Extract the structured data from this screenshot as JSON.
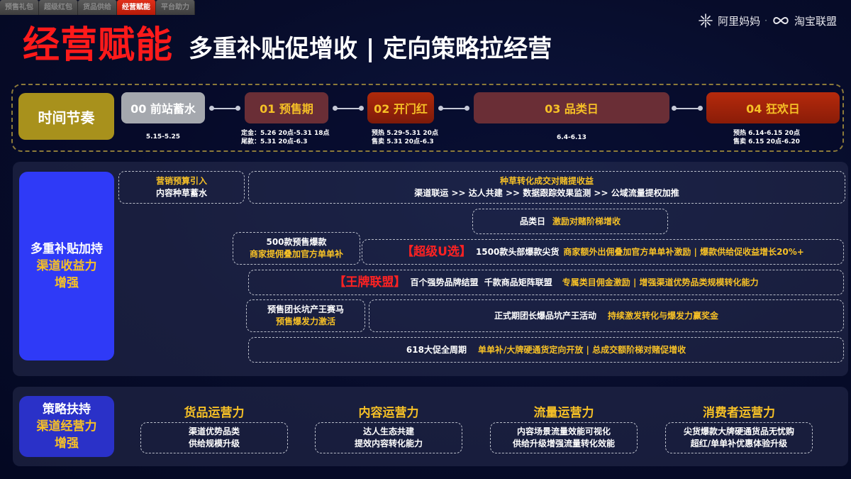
{
  "tabs": [
    {
      "label": "预售礼包",
      "active": false
    },
    {
      "label": "超级红包",
      "active": false
    },
    {
      "label": "货品供给",
      "active": false
    },
    {
      "label": "经营赋能",
      "active": true
    },
    {
      "label": "平台助力",
      "active": false
    }
  ],
  "brand": {
    "alimama": "阿里妈妈",
    "separator": "·",
    "taobao_union": "淘宝联盟",
    "icons": [
      "alimama-star-icon",
      "taobao-union-infinity-icon"
    ]
  },
  "header": {
    "title": "经营赋能",
    "subtitle": "多重补贴促增收 | 定向策略拉经营"
  },
  "timeline": {
    "label": "时间节奏",
    "phases": [
      {
        "name": "00 前站蓄水",
        "dates": [
          "5.15-5.25"
        ]
      },
      {
        "name": "01 预售期",
        "dates": [
          "定金：5.26 20点-5.31 18点",
          "尾款：5.31 20点-6.3"
        ]
      },
      {
        "name": "02 开门红",
        "dates": [
          "预热 5.29-5.31 20点",
          "售卖 5.31 20点-6.3"
        ]
      },
      {
        "name": "03 品类日",
        "dates": [
          "6.4-6.13"
        ]
      },
      {
        "name": "04 狂欢日",
        "dates": [
          "预热 6.14-6.15 20点",
          "售卖 6.15 20点-6.20"
        ]
      }
    ]
  },
  "subsidy": {
    "side": {
      "line1": "多重补贴加持",
      "line2": "渠道收益力",
      "line3": "增强"
    },
    "boxes": {
      "budget": {
        "line1": "营销预算引入",
        "line2": "内容种草蓄水"
      },
      "grass": {
        "line1": "种草转化成交对赌提收益",
        "line2": "渠道联运 >> 达人共建 >> 数据跟踪效果监测 >> 公域流量提权加推"
      },
      "category_day": {
        "white": "品类日",
        "yellow": "激励对赌阶梯增收"
      },
      "presale500": {
        "line1": "500款预售爆款",
        "line2": "商家提佣叠加官方单单补"
      },
      "super_u": {
        "tag": "【超级U选】",
        "white": "1500款头部爆款尖货",
        "yellow": "商家额外出佣叠加官方单单补激励 | 爆款供给促收益增长20%+"
      },
      "ace": {
        "tag": "【王牌联盟】",
        "white": "百个强势品牌结盟  千款商品矩阵联盟",
        "yellow": "专属类目佣金激励 | 增强渠道优势品类规模转化能力"
      },
      "leader_presale": {
        "line1": "预售团长坑产王赛马",
        "line2": "预售爆发力激活"
      },
      "leader_formal": {
        "white": "正式期团长爆品坑产王活动",
        "yellow": "持续激发转化与爆发力赢奖金"
      },
      "promo618": {
        "white": "618大促全周期",
        "yellow": "单单补/大牌硬通货定向开放 | 总成交额阶梯对赌促增收"
      }
    }
  },
  "strategy": {
    "side": {
      "line1": "策略扶持",
      "line2": "渠道经营力",
      "line3": "增强"
    },
    "capabilities": [
      {
        "title": "货品运营力",
        "line1": "渠道优势品类",
        "line2": "供给规模升级"
      },
      {
        "title": "内容运营力",
        "line1": "达人生态共建",
        "line2": "提效内容转化能力"
      },
      {
        "title": "流量运营力",
        "line1": "内容场景流量效能可视化",
        "line2": "供给升级增强流量转化效能"
      },
      {
        "title": "消费者运营力",
        "line1": "尖货爆款大牌硬通货品无忧购",
        "line2": "超红/单单补优惠体验升级"
      }
    ]
  },
  "colors": {
    "title_red": "#ff1a1a",
    "accent_yellow": "#f6c026",
    "side_blue": "#2f3af7",
    "side_blue_dark": "#2a31c8",
    "timeline_gold": "#a8911c",
    "tab_active": "#d3260f"
  }
}
